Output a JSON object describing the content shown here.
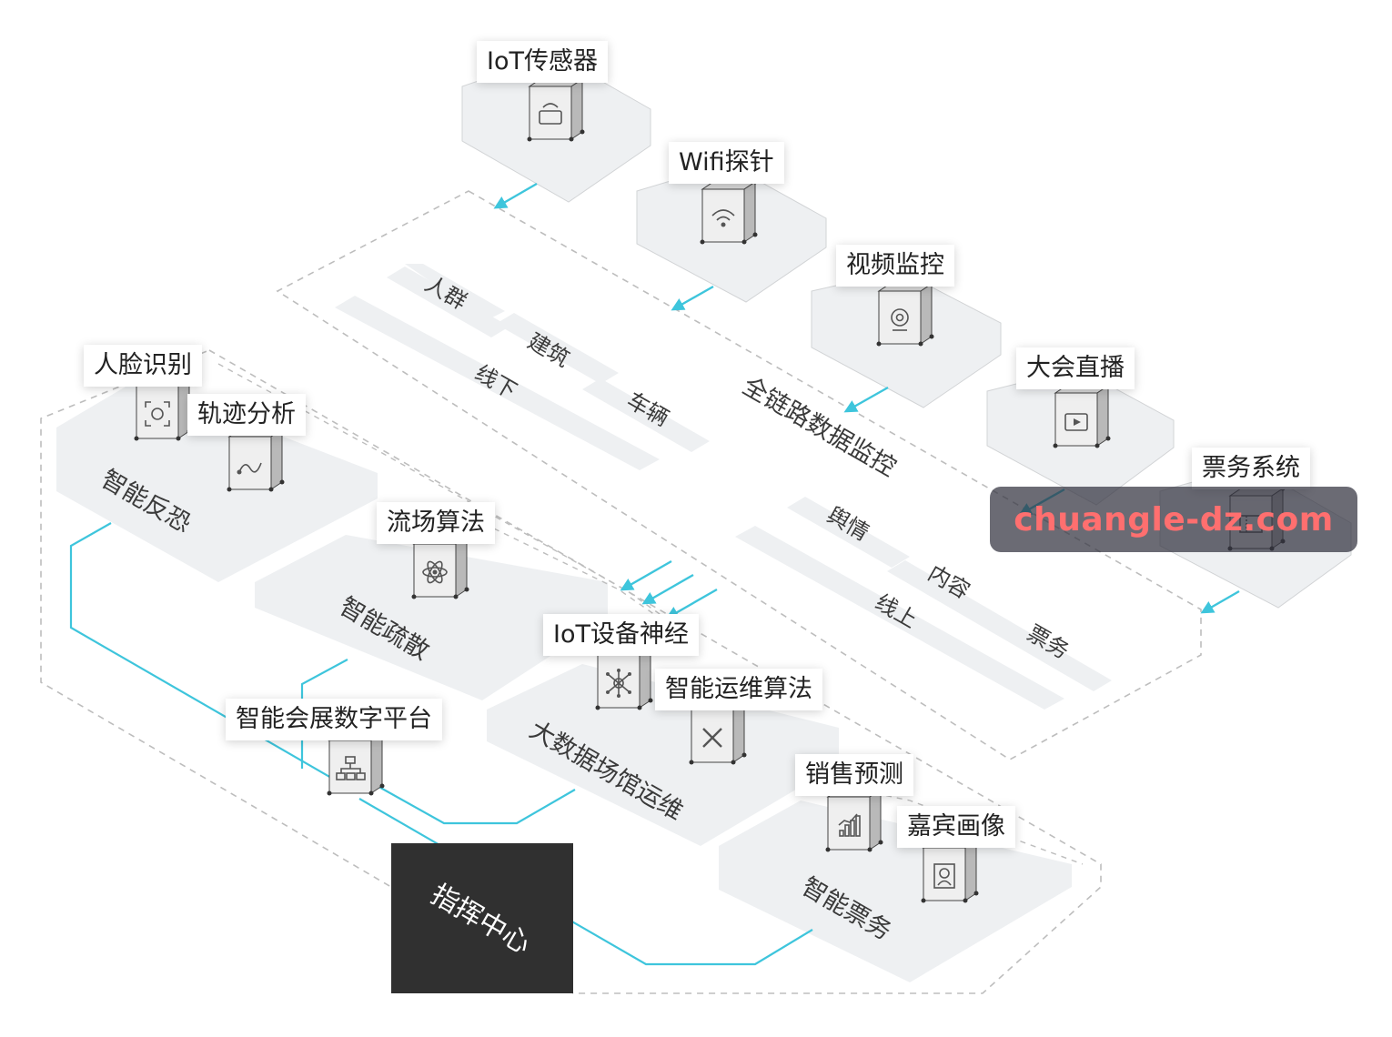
{
  "colors": {
    "connector": "#3ec5dc",
    "panel": "#eef0f2",
    "dashed": "#bdbdbd",
    "hub": "#303030",
    "device_face": "#efefef",
    "device_side": "#b9b9b9",
    "watermark_text": "#ff6f6f"
  },
  "sources": [
    {
      "label": "IoT传感器",
      "icon": "router-icon"
    },
    {
      "label": "Wifi探针",
      "icon": "wifi-icon"
    },
    {
      "label": "视频监控",
      "icon": "camera-icon"
    },
    {
      "label": "大会直播",
      "icon": "tv-icon"
    },
    {
      "label": "票务系统",
      "icon": "ticket-icon"
    }
  ],
  "monitor": {
    "title": "全链路数据监控",
    "offline": {
      "title": "线下",
      "items": [
        "人群",
        "建筑",
        "车辆"
      ]
    },
    "online": {
      "title": "线上",
      "items": [
        "舆情",
        "内容",
        "票务"
      ]
    }
  },
  "modules": [
    {
      "title": "智能反恐",
      "devices": [
        {
          "label": "人脸识别",
          "icon": "face-scan-icon"
        },
        {
          "label": "轨迹分析",
          "icon": "trajectory-icon"
        }
      ]
    },
    {
      "title": "智能疏散",
      "devices": [
        {
          "label": "流场算法",
          "icon": "atom-icon"
        }
      ]
    },
    {
      "title": "大数据场馆运维",
      "devices": [
        {
          "label": "IoT设备神经",
          "icon": "neural-icon"
        },
        {
          "label": "智能运维算法",
          "icon": "tools-icon"
        }
      ]
    },
    {
      "title": "智能票务",
      "devices": [
        {
          "label": "销售预测",
          "icon": "bar-chart-icon"
        },
        {
          "label": "嘉宾画像",
          "icon": "portrait-icon"
        }
      ]
    }
  ],
  "platform": {
    "label": "智能会展数字平台",
    "icon": "network-icon"
  },
  "hub": {
    "label": "指挥中心"
  },
  "watermark": "chuangle-dz.com"
}
